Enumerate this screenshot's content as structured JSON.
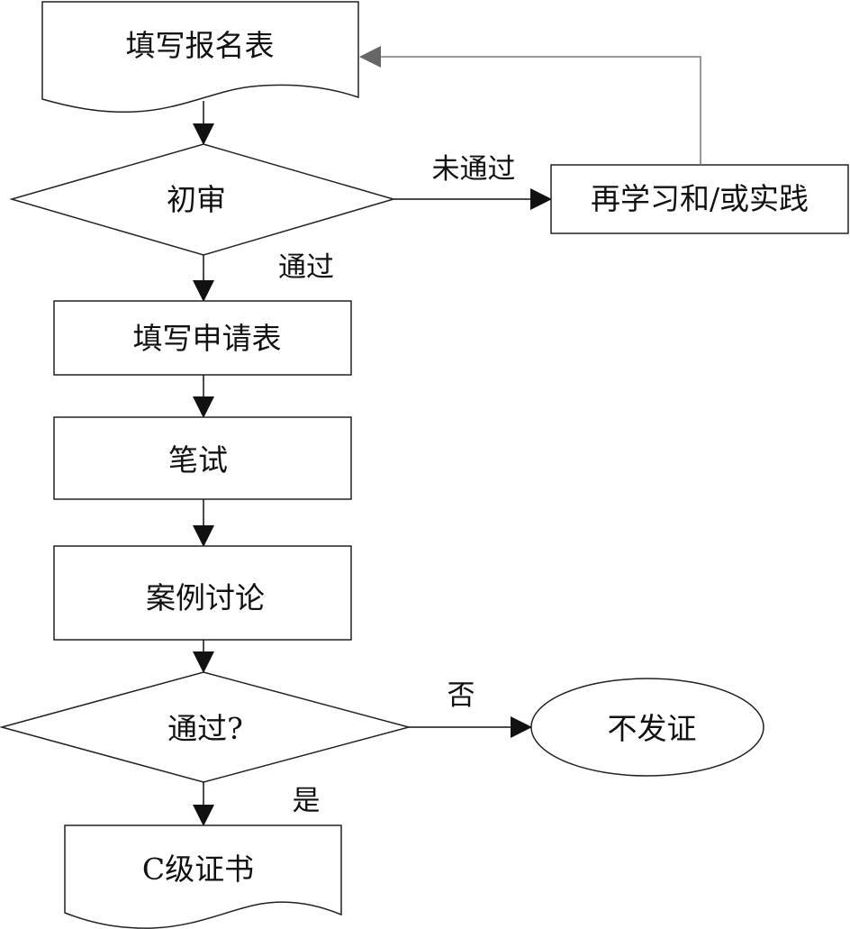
{
  "diagram": {
    "type": "flowchart",
    "nodes": {
      "fill_registration_form": {
        "label": "填写报名表",
        "shape": "document"
      },
      "preliminary_review": {
        "label": "初审",
        "shape": "decision"
      },
      "relearn_practice": {
        "label": "再学习和/或实践",
        "shape": "process"
      },
      "fill_application_form": {
        "label": "填写申请表",
        "shape": "process"
      },
      "written_exam": {
        "label": "笔试",
        "shape": "process"
      },
      "case_discussion": {
        "label": "案例讨论",
        "shape": "process"
      },
      "passed_decision": {
        "label": "通过?",
        "shape": "decision"
      },
      "no_certificate": {
        "label": "不发证",
        "shape": "terminator"
      },
      "c_level_certificate": {
        "label": "C级证书",
        "shape": "document"
      }
    },
    "edges": {
      "review_fail": {
        "from": "preliminary_review",
        "to": "relearn_practice",
        "label": "未通过"
      },
      "review_pass": {
        "from": "preliminary_review",
        "to": "fill_application_form",
        "label": "通过"
      },
      "retry_loop": {
        "from": "relearn_practice",
        "to": "fill_registration_form",
        "label": ""
      },
      "final_no": {
        "from": "passed_decision",
        "to": "no_certificate",
        "label": "否"
      },
      "final_yes": {
        "from": "passed_decision",
        "to": "c_level_certificate",
        "label": "是"
      }
    },
    "colors": {
      "stroke": "#222222",
      "loop_edge": "#777777",
      "background": "#ffffff"
    }
  }
}
